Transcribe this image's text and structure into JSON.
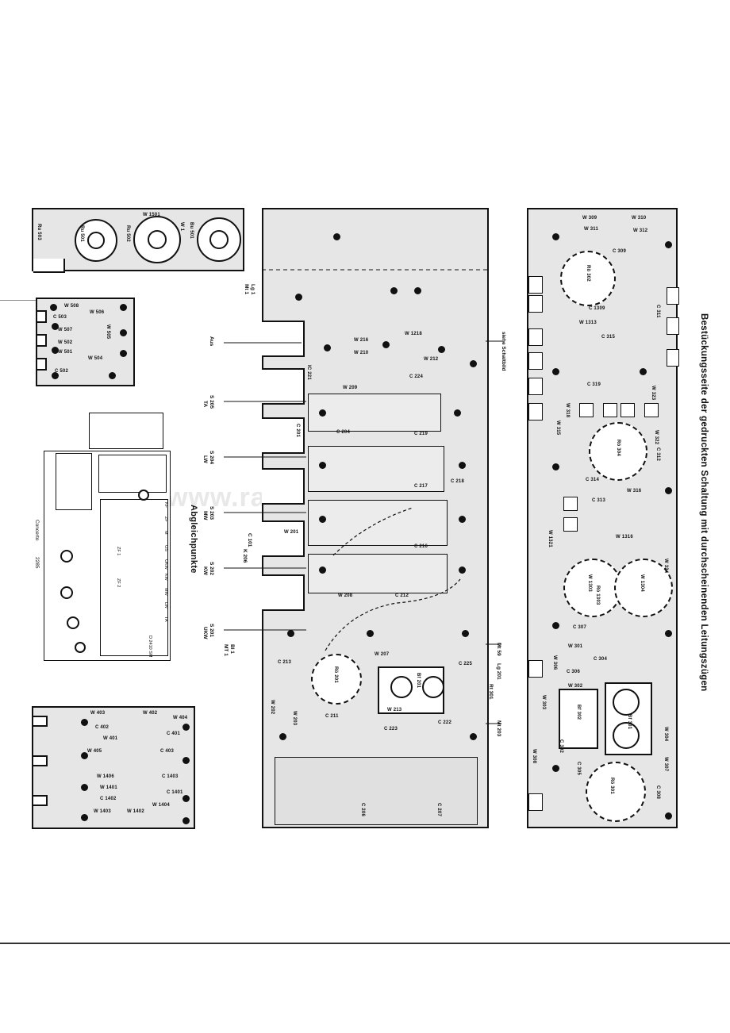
{
  "heading": "Bestückungsseite der gedruckten Schaltung mit durchscheinenden Leitungszügen",
  "abgleich_title": "Abgleichpunkte",
  "concerto_label": "Concerto",
  "concerto_model": "2285",
  "siehe_label": "siehe Schaltbild",
  "watermark": "www.radiomuseum.cn",
  "left_side_labels": [
    "Aus",
    "S 205",
    "TA",
    "S 204",
    "LW",
    "S 203",
    "MW",
    "C 101",
    "K 206",
    "S 202",
    "KW",
    "S 201",
    "UKW",
    "Bl 1",
    "MT 1",
    "Lg 1",
    "Mt 1"
  ],
  "right_side_labels": [
    "Mt 59",
    "Lg 201",
    "Rt 301",
    "Mt 203"
  ],
  "board_top": {
    "labels": [
      "W 1501",
      "Ru 501",
      "Ru 502",
      "Ru 503",
      "W 1",
      "Bu 501"
    ]
  },
  "board_left1": {
    "labels": [
      "W 508",
      "C 503",
      "W 506",
      "W 507",
      "W 502",
      "W 501",
      "W 505",
      "W 504",
      "C 502"
    ]
  },
  "board_left3": {
    "labels": [
      "W 403",
      "W 402",
      "W 404",
      "C 402",
      "W 401",
      "W 405",
      "C 403",
      "C 401",
      "W 1406",
      "C 1403",
      "W 1401",
      "C 1402",
      "C 1401",
      "W 1403",
      "W 1402",
      "W 1404"
    ]
  },
  "board_center": {
    "labels": [
      "W 1218",
      "W 216",
      "W 210",
      "W 212",
      "W 209",
      "C 224",
      "IC 221",
      "C 201",
      "C 204",
      "C 219",
      "C 217",
      "C 218",
      "W 201",
      "C 216",
      "W 208",
      "C 212",
      "C 213",
      "W 207",
      "C 225",
      "C 211",
      "C 223",
      "C 222",
      "W 202",
      "W 203",
      "W 213",
      "C 206",
      "C 207",
      "Rö 201",
      "Bf 201"
    ]
  },
  "board_right": {
    "labels": [
      "W 309",
      "W 310",
      "W 311",
      "W 312",
      "C 309",
      "C 1309",
      "W 1313",
      "C 315",
      "C 311",
      "W 323",
      "C 319",
      "W 322",
      "W 318",
      "W 315",
      "C 314",
      "C 313",
      "W 316",
      "C 312",
      "W 1316",
      "W 1303",
      "W 1304",
      "W 1321",
      "W 324",
      "C 307",
      "C 304",
      "C 306",
      "W 302",
      "C 302",
      "W 303",
      "C 305",
      "C 308",
      "W 306",
      "W 304",
      "W 307",
      "W 308",
      "Rö 302",
      "Rö 304",
      "Rö 1303",
      "Rö 301",
      "Bf 302",
      "Bf 301",
      "W 301"
    ]
  },
  "abgleich_items": [
    "KF",
    "ZF",
    "M",
    "OS",
    "UKW",
    "KW",
    "MW",
    "LW",
    "ZF 1",
    "ZF 2",
    "TA",
    "D 2410 SM"
  ]
}
